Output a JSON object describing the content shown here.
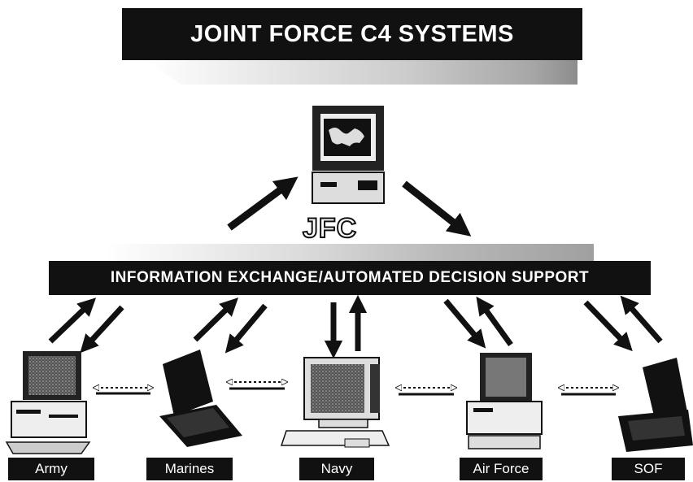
{
  "title": "JOINT FORCE C4 SYSTEMS",
  "central_node": {
    "label": "JFC"
  },
  "exchange_bar": {
    "label": "INFORMATION EXCHANGE/AUTOMATED DECISION SUPPORT"
  },
  "services": [
    {
      "label": "Army"
    },
    {
      "label": "Marines"
    },
    {
      "label": "Navy"
    },
    {
      "label": "Air Force"
    },
    {
      "label": "SOF"
    }
  ]
}
